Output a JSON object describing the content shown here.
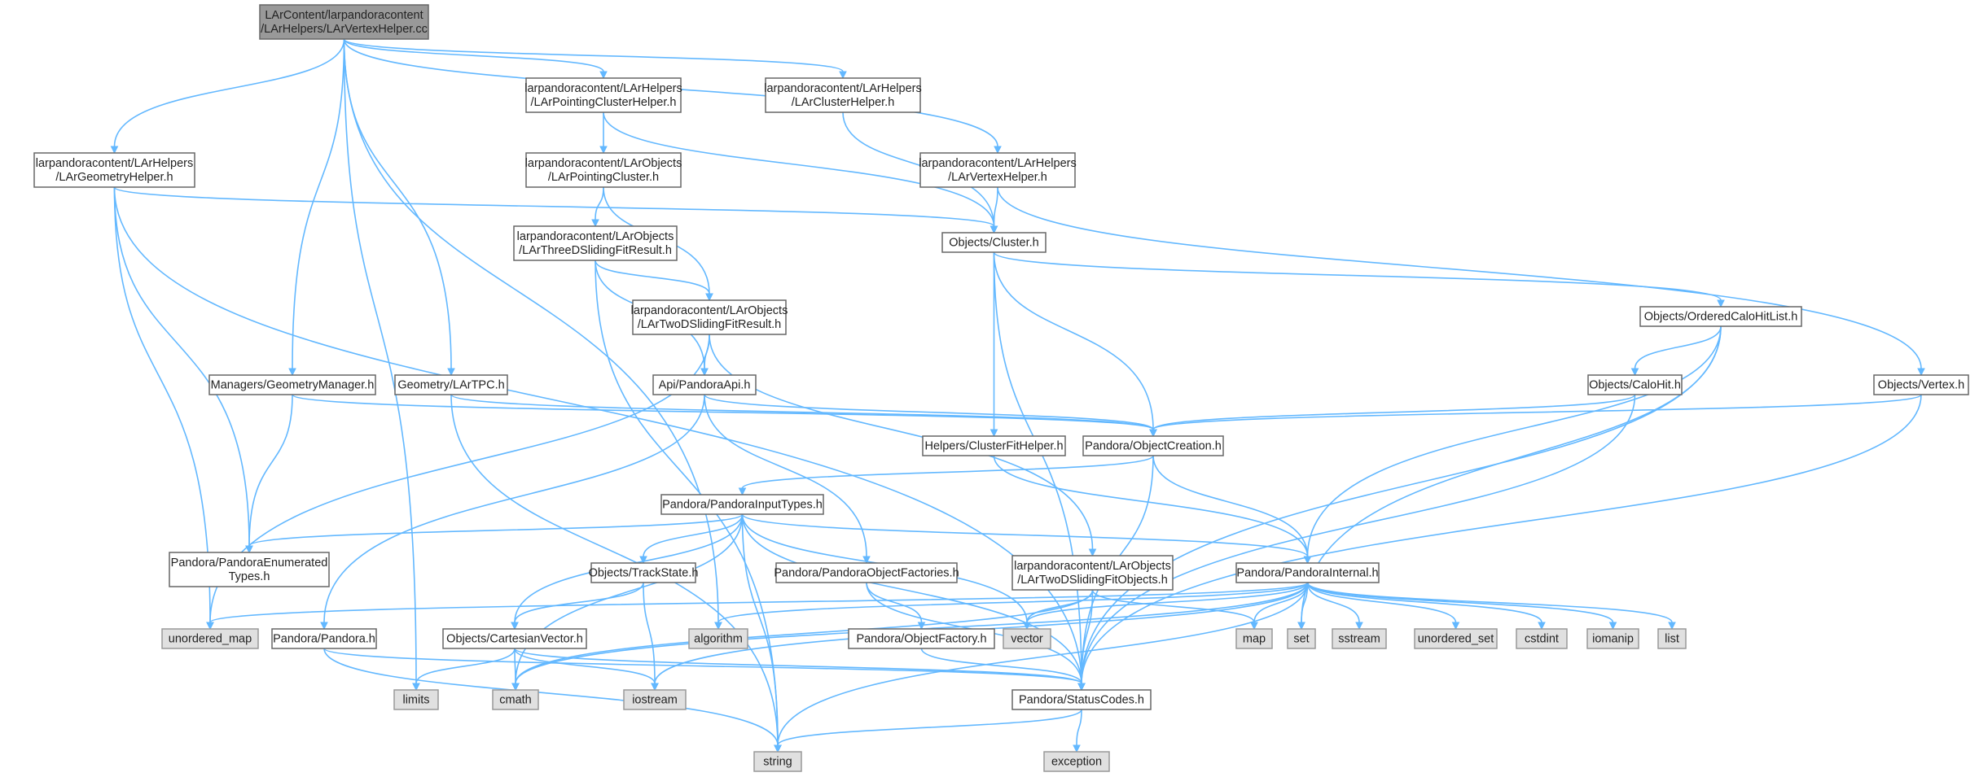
{
  "diagram": {
    "nodes": [
      {
        "id": "root",
        "lines": [
          "LArContent/larpandoracontent",
          "/LArHelpers/LArVertexHelper.cc"
        ],
        "kind": "root"
      },
      {
        "id": "pch",
        "lines": [
          "larpandoracontent/LArHelpers",
          "/LArPointingClusterHelper.h"
        ],
        "kind": "file"
      },
      {
        "id": "lch",
        "lines": [
          "larpandoracontent/LArHelpers",
          "/LArClusterHelper.h"
        ],
        "kind": "file"
      },
      {
        "id": "lgh",
        "lines": [
          "larpandoracontent/LArHelpers",
          "/LArGeometryHelper.h"
        ],
        "kind": "file"
      },
      {
        "id": "lpc",
        "lines": [
          "larpandoracontent/LArObjects",
          "/LArPointingCluster.h"
        ],
        "kind": "file"
      },
      {
        "id": "lvh",
        "lines": [
          "larpandoracontent/LArHelpers",
          "/LArVertexHelper.h"
        ],
        "kind": "file"
      },
      {
        "id": "l3d",
        "lines": [
          "larpandoracontent/LArObjects",
          "/LArThreeDSlidingFitResult.h"
        ],
        "kind": "file"
      },
      {
        "id": "clu",
        "lines": [
          "Objects/Cluster.h"
        ],
        "kind": "file"
      },
      {
        "id": "l2d",
        "lines": [
          "larpandoracontent/LArObjects",
          "/LArTwoDSlidingFitResult.h"
        ],
        "kind": "file"
      },
      {
        "id": "och",
        "lines": [
          "Objects/OrderedCaloHitList.h"
        ],
        "kind": "file"
      },
      {
        "id": "mgm",
        "lines": [
          "Managers/GeometryManager.h"
        ],
        "kind": "file"
      },
      {
        "id": "tpc",
        "lines": [
          "Geometry/LArTPC.h"
        ],
        "kind": "file"
      },
      {
        "id": "api",
        "lines": [
          "Api/PandoraApi.h"
        ],
        "kind": "file"
      },
      {
        "id": "ch",
        "lines": [
          "Objects/CaloHit.h"
        ],
        "kind": "file"
      },
      {
        "id": "vtx",
        "lines": [
          "Objects/Vertex.h"
        ],
        "kind": "file"
      },
      {
        "id": "cfh",
        "lines": [
          "Helpers/ClusterFitHelper.h"
        ],
        "kind": "file"
      },
      {
        "id": "poc",
        "lines": [
          "Pandora/ObjectCreation.h"
        ],
        "kind": "file"
      },
      {
        "id": "pit",
        "lines": [
          "Pandora/PandoraInputTypes.h"
        ],
        "kind": "file"
      },
      {
        "id": "pet",
        "lines": [
          "Pandora/PandoraEnumerated",
          "Types.h"
        ],
        "kind": "file"
      },
      {
        "id": "ts",
        "lines": [
          "Objects/TrackState.h"
        ],
        "kind": "file"
      },
      {
        "id": "pof",
        "lines": [
          "Pandora/PandoraObjectFactories.h"
        ],
        "kind": "file"
      },
      {
        "id": "l2o",
        "lines": [
          "larpandoracontent/LArObjects",
          "/LArTwoDSlidingFitObjects.h"
        ],
        "kind": "file"
      },
      {
        "id": "pin",
        "lines": [
          "Pandora/PandoraInternal.h"
        ],
        "kind": "file"
      },
      {
        "id": "umap",
        "lines": [
          "unordered_map"
        ],
        "kind": "sys"
      },
      {
        "id": "pan",
        "lines": [
          "Pandora/Pandora.h"
        ],
        "kind": "file"
      },
      {
        "id": "cv",
        "lines": [
          "Objects/CartesianVector.h"
        ],
        "kind": "file"
      },
      {
        "id": "alg",
        "lines": [
          "algorithm"
        ],
        "kind": "sys"
      },
      {
        "id": "pofa",
        "lines": [
          "Pandora/ObjectFactory.h"
        ],
        "kind": "file"
      },
      {
        "id": "vec",
        "lines": [
          "vector"
        ],
        "kind": "sys"
      },
      {
        "id": "map",
        "lines": [
          "map"
        ],
        "kind": "sys"
      },
      {
        "id": "set",
        "lines": [
          "set"
        ],
        "kind": "sys"
      },
      {
        "id": "sst",
        "lines": [
          "sstream"
        ],
        "kind": "sys"
      },
      {
        "id": "uset",
        "lines": [
          "unordered_set"
        ],
        "kind": "sys"
      },
      {
        "id": "cstd",
        "lines": [
          "cstdint"
        ],
        "kind": "sys"
      },
      {
        "id": "iom",
        "lines": [
          "iomanip"
        ],
        "kind": "sys"
      },
      {
        "id": "lst",
        "lines": [
          "list"
        ],
        "kind": "sys"
      },
      {
        "id": "lim",
        "lines": [
          "limits"
        ],
        "kind": "sys"
      },
      {
        "id": "cm",
        "lines": [
          "cmath"
        ],
        "kind": "sys"
      },
      {
        "id": "ios",
        "lines": [
          "iostream"
        ],
        "kind": "sys"
      },
      {
        "id": "psc",
        "lines": [
          "Pandora/StatusCodes.h"
        ],
        "kind": "file"
      },
      {
        "id": "str",
        "lines": [
          "string"
        ],
        "kind": "sys"
      },
      {
        "id": "exc",
        "lines": [
          "exception"
        ],
        "kind": "sys"
      }
    ],
    "edges": [
      [
        "root",
        "lim"
      ],
      [
        "root",
        "lgh"
      ],
      [
        "root",
        "alg"
      ],
      [
        "root",
        "mgm"
      ],
      [
        "root",
        "tpc"
      ],
      [
        "root",
        "pch"
      ],
      [
        "root",
        "lch"
      ],
      [
        "root",
        "lvh"
      ],
      [
        "lgh",
        "clu"
      ],
      [
        "lgh",
        "pet"
      ],
      [
        "lgh",
        "umap"
      ],
      [
        "lgh",
        "psc"
      ],
      [
        "pch",
        "lpc"
      ],
      [
        "pch",
        "clu"
      ],
      [
        "lch",
        "clu"
      ],
      [
        "lvh",
        "clu"
      ],
      [
        "lvh",
        "vtx"
      ],
      [
        "lpc",
        "l3d"
      ],
      [
        "lpc",
        "l2d"
      ],
      [
        "l3d",
        "l2d"
      ],
      [
        "l3d",
        "api"
      ],
      [
        "l3d",
        "str"
      ],
      [
        "clu",
        "cfh"
      ],
      [
        "clu",
        "poc"
      ],
      [
        "clu",
        "och"
      ],
      [
        "clu",
        "psc"
      ],
      [
        "l2d",
        "api"
      ],
      [
        "l2d",
        "umap"
      ],
      [
        "l2d",
        "l2o"
      ],
      [
        "och",
        "ch"
      ],
      [
        "och",
        "pin"
      ],
      [
        "och",
        "set"
      ],
      [
        "och",
        "psc"
      ],
      [
        "mgm",
        "poc"
      ],
      [
        "mgm",
        "pet"
      ],
      [
        "tpc",
        "poc"
      ],
      [
        "tpc",
        "str"
      ],
      [
        "api",
        "poc"
      ],
      [
        "api",
        "pan"
      ],
      [
        "api",
        "pof"
      ],
      [
        "ch",
        "poc"
      ],
      [
        "ch",
        "psc"
      ],
      [
        "vtx",
        "poc"
      ],
      [
        "vtx",
        "psc"
      ],
      [
        "cfh",
        "pin"
      ],
      [
        "poc",
        "pit"
      ],
      [
        "poc",
        "pin"
      ],
      [
        "poc",
        "psc"
      ],
      [
        "pit",
        "pet"
      ],
      [
        "pit",
        "ts"
      ],
      [
        "pit",
        "cv"
      ],
      [
        "pit",
        "cm"
      ],
      [
        "pit",
        "vec"
      ],
      [
        "pit",
        "str"
      ],
      [
        "pit",
        "pin"
      ],
      [
        "pit",
        "psc"
      ],
      [
        "ts",
        "cv"
      ],
      [
        "ts",
        "ios"
      ],
      [
        "pof",
        "pofa"
      ],
      [
        "pof",
        "psc"
      ],
      [
        "l2o",
        "cm"
      ],
      [
        "l2o",
        "vec"
      ],
      [
        "l2o",
        "map"
      ],
      [
        "l2o",
        "psc"
      ],
      [
        "pin",
        "umap"
      ],
      [
        "pin",
        "alg"
      ],
      [
        "pin",
        "vec"
      ],
      [
        "pin",
        "map"
      ],
      [
        "pin",
        "set"
      ],
      [
        "pin",
        "sst"
      ],
      [
        "pin",
        "uset"
      ],
      [
        "pin",
        "cstd"
      ],
      [
        "pin",
        "iom"
      ],
      [
        "pin",
        "lst"
      ],
      [
        "pin",
        "cm"
      ],
      [
        "pin",
        "ios"
      ],
      [
        "pin",
        "str"
      ],
      [
        "pan",
        "psc"
      ],
      [
        "pan",
        "str"
      ],
      [
        "cv",
        "lim"
      ],
      [
        "cv",
        "cm"
      ],
      [
        "cv",
        "ios"
      ],
      [
        "cv",
        "psc"
      ],
      [
        "pofa",
        "psc"
      ],
      [
        "psc",
        "str"
      ],
      [
        "psc",
        "exc"
      ]
    ]
  }
}
